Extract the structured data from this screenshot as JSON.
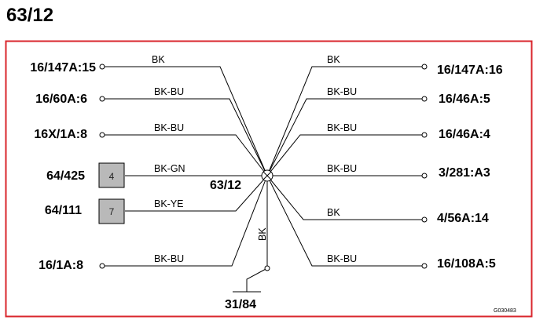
{
  "title": "63/12",
  "node": {
    "label": "63/12",
    "ground_terminal": "31/84",
    "ground_wire_color": "BK"
  },
  "left_terminals": [
    {
      "terminal": "16/147A:15",
      "wire": "BK"
    },
    {
      "terminal": "16/60A:6",
      "wire": "BK-BU"
    },
    {
      "terminal": "16X/1A:8",
      "wire": "BK-BU"
    },
    {
      "terminal": "64/425",
      "wire": "BK-GN",
      "connector_number": "4"
    },
    {
      "terminal": "64/111",
      "wire": "BK-YE",
      "connector_number": "7"
    },
    {
      "terminal": "16/1A:8",
      "wire": "BK-BU"
    }
  ],
  "right_terminals": [
    {
      "terminal": "16/147A:16",
      "wire": "BK"
    },
    {
      "terminal": "16/46A:5",
      "wire": "BK-BU"
    },
    {
      "terminal": "16/46A:4",
      "wire": "BK-BU"
    },
    {
      "terminal": "3/281:A3",
      "wire": "BK-BU"
    },
    {
      "terminal": "4/56A:14",
      "wire": "BK"
    },
    {
      "terminal": "16/108A:5",
      "wire": "BK-BU"
    }
  ],
  "drawing_code": "G030483",
  "colors": {
    "frame": "#d9262c",
    "connector_box": "#b9b9b9",
    "line": "#000000"
  }
}
